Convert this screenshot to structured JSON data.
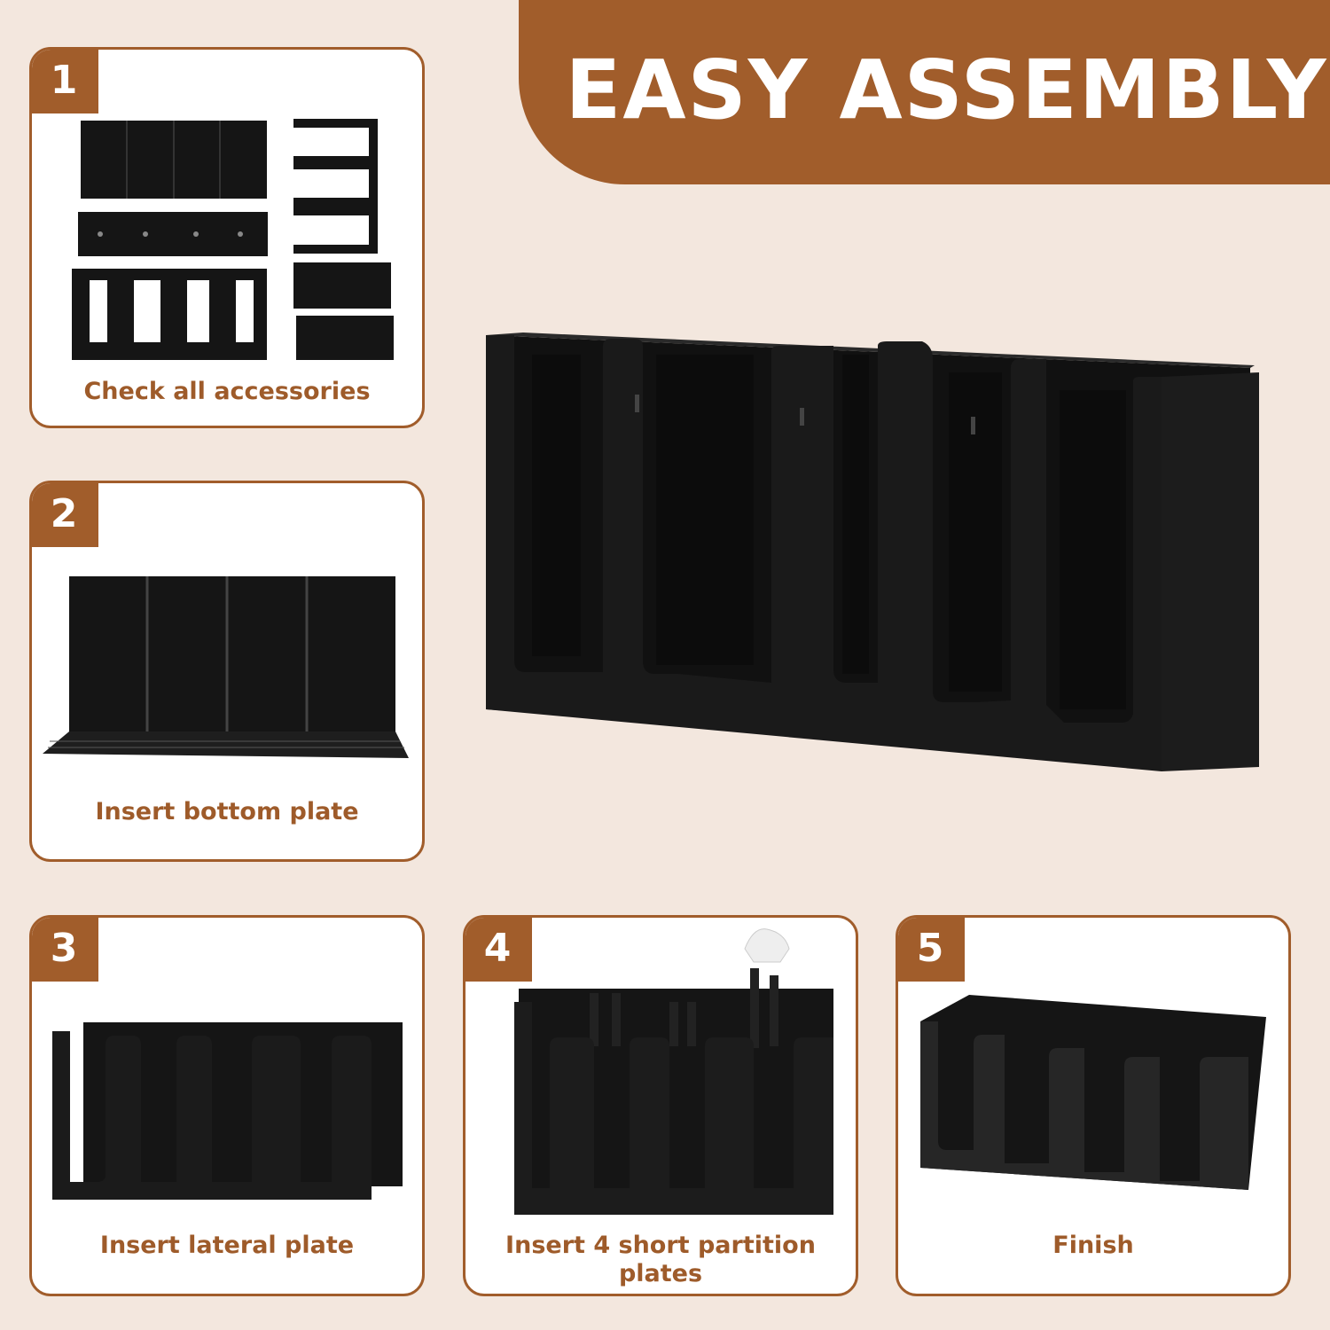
{
  "header": {
    "title": "EASY ASSEMBLY"
  },
  "colors": {
    "accent": "#a15d2b",
    "background": "#f3e7de",
    "product": "#151515"
  },
  "steps": [
    {
      "number": "1",
      "caption": "Check all accessories"
    },
    {
      "number": "2",
      "caption": "Insert bottom plate"
    },
    {
      "number": "3",
      "caption": "Insert lateral plate"
    },
    {
      "number": "4",
      "caption": "Insert 4 short partition plates"
    },
    {
      "number": "5",
      "caption": "Finish"
    }
  ]
}
